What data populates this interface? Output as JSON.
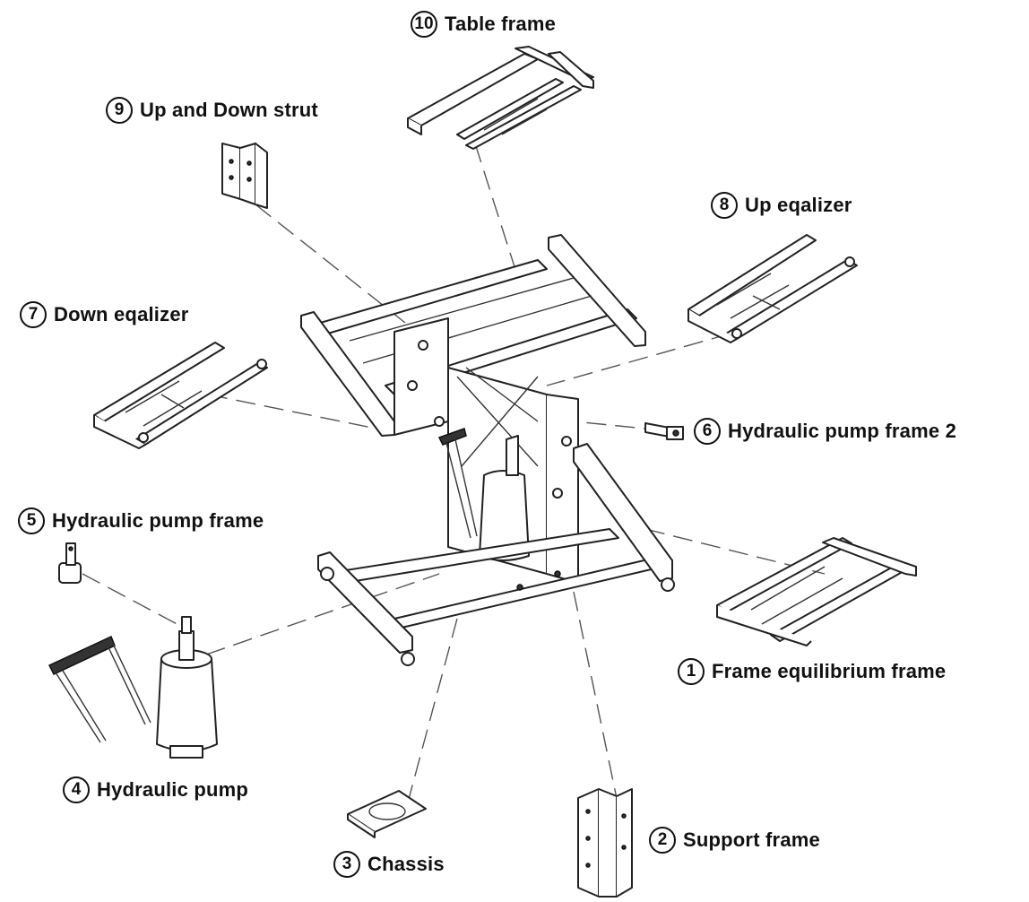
{
  "diagram": {
    "parts": [
      {
        "number": "10",
        "name": "Table frame"
      },
      {
        "number": "9",
        "name": "Up and Down strut"
      },
      {
        "number": "8",
        "name": "Up eqalizer"
      },
      {
        "number": "7",
        "name": "Down eqalizer"
      },
      {
        "number": "6",
        "name": "Hydraulic pump frame 2"
      },
      {
        "number": "5",
        "name": "Hydraulic pump frame"
      },
      {
        "number": "4",
        "name": "Hydraulic pump"
      },
      {
        "number": "3",
        "name": "Chassis"
      },
      {
        "number": "2",
        "name": "Support  frame"
      },
      {
        "number": "1",
        "name": "Frame equilibrium frame"
      }
    ]
  }
}
